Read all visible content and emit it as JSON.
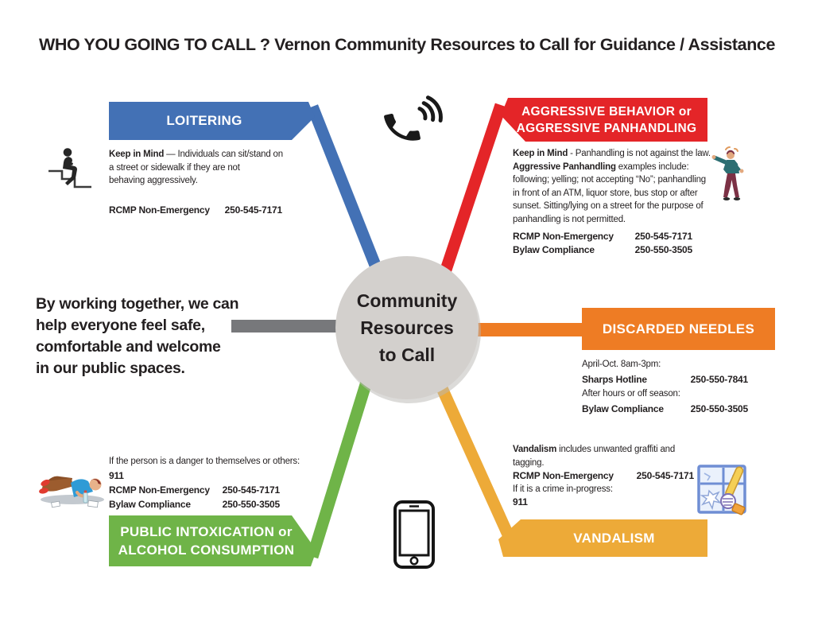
{
  "title": "WHO YOU GOING TO CALL ? Vernon Community Resources to Call for Guidance / Assistance",
  "center_circle": {
    "text": "Community\nResources\nto Call"
  },
  "intro_text": "By working together, we can\nhelp everyone feel safe,\ncomfortable and welcome\nin our public spaces.",
  "colors": {
    "blue": "#4371b5",
    "red": "#e42528",
    "orange": "#ee7c24",
    "amber": "#edaa38",
    "green": "#6fb448",
    "gray_spoke": "#77787b",
    "circle_fill": "#d3d0cd",
    "circle_shadow": "#bab7b4",
    "text": "#231f20"
  },
  "icons": {
    "phone": "phone-handset-icon",
    "sitting": "person-sitting-on-steps-icon",
    "aggressive": "aggressive-person-icon",
    "lying": "intoxicated-person-lying-icon",
    "smartphone": "smartphone-icon",
    "vandalism": "broken-window-bat-icon"
  },
  "sections": {
    "loitering": {
      "label": "LOITERING",
      "keep_bold": "Keep in Mind",
      "keep_rest": " — Individuals can sit/stand on\na street or sidewalk if they are not\nbehaving aggressively.",
      "contacts": [
        {
          "label": "RCMP Non-Emergency",
          "phone": "250-545-7171"
        }
      ]
    },
    "aggressive": {
      "label": "AGGRESSIVE BEHAVIOR or\nAGGRESSIVE PANHANDLING",
      "keep_bold": "Keep in Mind",
      "keep_rest": " - Panhandling is not against the law.",
      "examples_bold": "Aggressive Panhandling",
      "examples_rest": " examples include:\nfollowing; yelling; not accepting “No”; panhandling\nin front of an ATM, liquor store, bus stop or after\nsunset. Sitting/lying on a street for the purpose of\npanhandling is not permitted.",
      "contacts": [
        {
          "label": "RCMP Non-Emergency",
          "phone": "250-545-7171"
        },
        {
          "label": "Bylaw Compliance",
          "phone": "250-550-3505"
        }
      ]
    },
    "needles": {
      "label": "DISCARDED NEEDLES",
      "season_line": "April-Oct. 8am-3pm:",
      "after_line": "After hours or off season:",
      "contacts": [
        {
          "label": "Sharps Hotline",
          "phone": "250-550-7841"
        },
        {
          "label": "Bylaw Compliance",
          "phone": "250-550-3505"
        }
      ]
    },
    "vandalism": {
      "label": "VANDALISM",
      "def_bold": "Vandalism",
      "def_rest": " includes unwanted graffiti and\ntagging.",
      "contacts": [
        {
          "label": "RCMP Non-Emergency",
          "phone": "250-545-7171"
        }
      ],
      "crime_line": "If it is a crime in-progress:",
      "emergency": "911"
    },
    "intox": {
      "label": "PUBLIC INTOXICATION or\nALCOHOL CONSUMPTION",
      "danger_line": "If the person is a danger to themselves or others:",
      "emergency": "911",
      "contacts": [
        {
          "label": "RCMP Non-Emergency",
          "phone": "250-545-7171"
        },
        {
          "label": "Bylaw Compliance",
          "phone": "250-550-3505"
        }
      ]
    }
  }
}
